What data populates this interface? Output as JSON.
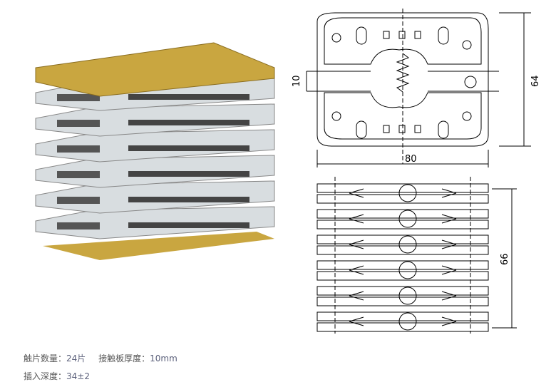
{
  "drawing": {
    "dim_width": "80",
    "dim_height_top": "64",
    "dim_gap": "10",
    "dim_height_side": "66"
  },
  "specs": [
    {
      "label": "触片数量：",
      "value": "24片"
    },
    {
      "label": "接触板厚度：",
      "value": "10mm"
    },
    {
      "label": "插入深度：",
      "value": "34±2"
    }
  ],
  "colors": {
    "brass": "#c9a640",
    "silver": "#d8dde0",
    "line": "#000000"
  }
}
